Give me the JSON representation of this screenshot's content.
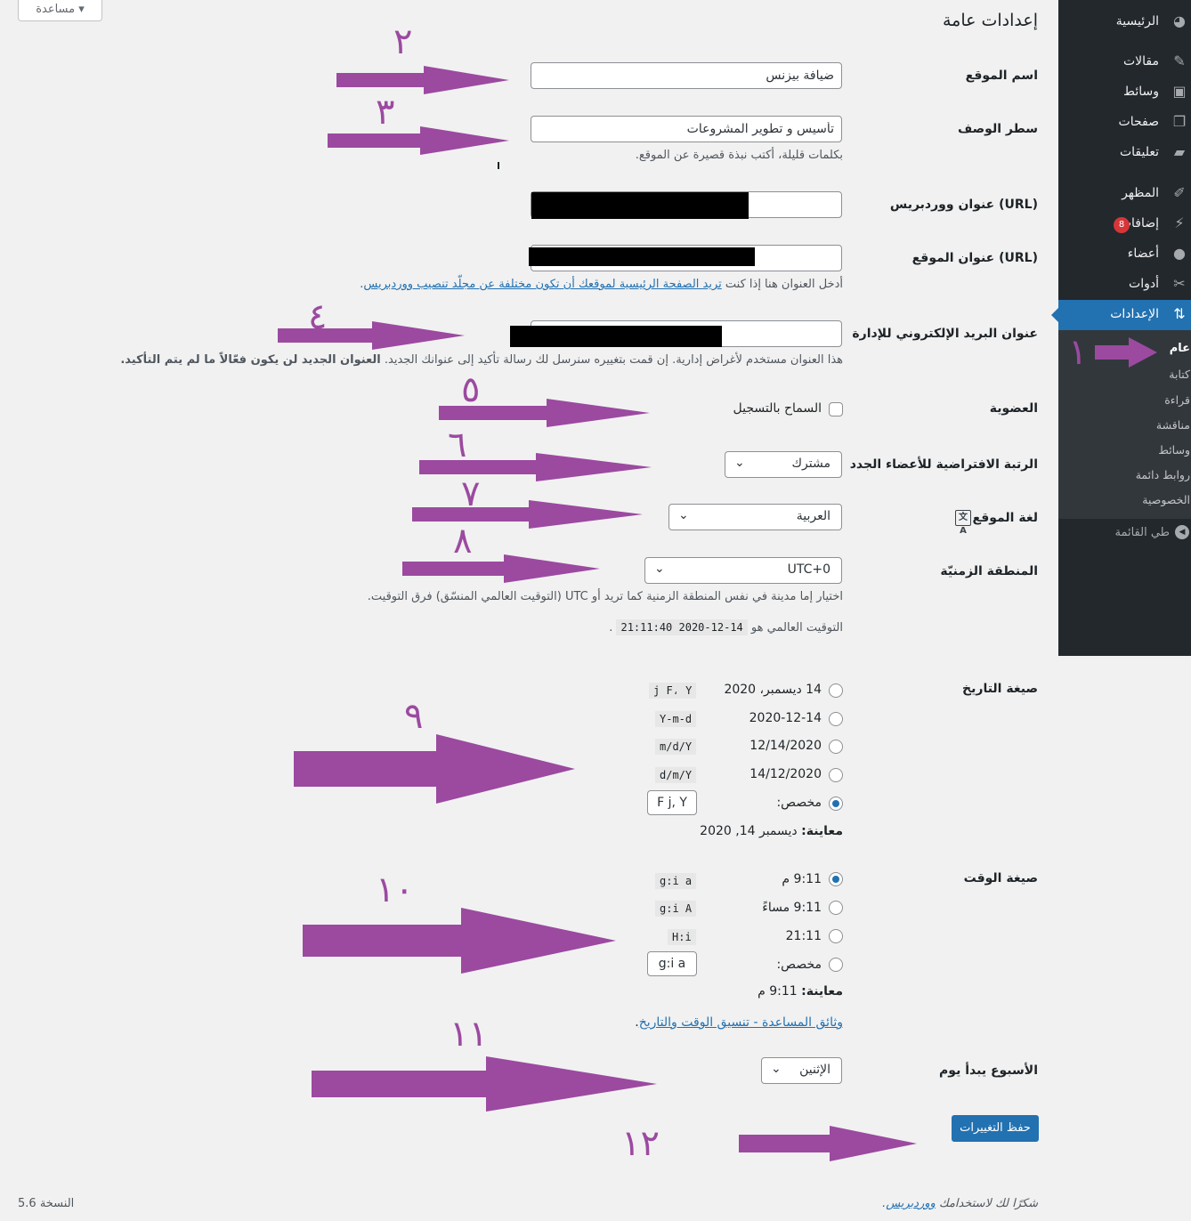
{
  "help_tab": {
    "label": "مساعدة ▾"
  },
  "sidebar": {
    "items": [
      {
        "label": "الرئيسية",
        "icon": "dashboard-icon"
      },
      {
        "label": "مقالات",
        "icon": "pin-icon"
      },
      {
        "label": "وسائط",
        "icon": "media-icon"
      },
      {
        "label": "صفحات",
        "icon": "pages-icon"
      },
      {
        "label": "تعليقات",
        "icon": "comments-icon"
      },
      {
        "label": "المظهر",
        "icon": "appearance-icon"
      },
      {
        "label": "إضافات",
        "icon": "plugins-icon",
        "badge": "8"
      },
      {
        "label": "أعضاء",
        "icon": "users-icon"
      },
      {
        "label": "أدوات",
        "icon": "tools-icon"
      },
      {
        "label": "الإعدادات",
        "icon": "settings-icon",
        "active": true
      }
    ],
    "submenu": [
      "عام",
      "كتابة",
      "قراءة",
      "مناقشة",
      "وسائط",
      "روابط دائمة",
      "الخصوصية"
    ],
    "collapse_label": "طي القائمة"
  },
  "page": {
    "title": "إعدادات عامة",
    "site_title": {
      "label": "اسم الموقع",
      "value": "ضيافة بيزنس"
    },
    "tagline": {
      "label": "سطر الوصف",
      "value": "تأسيس و تطوير المشروعات",
      "description": "بكلمات قليلة، أكتب نبذة قصيرة عن الموقع."
    },
    "wp_url": {
      "label": "عنوان ووردبريس (URL)"
    },
    "site_url": {
      "label": "عنوان الموقع (URL)",
      "desc_before": "أدخل العنوان هنا إذا كنت",
      "desc_link": "تريد الصفحة الرئيسية لموقعك أن تكون مختلفة عن مجلّد تنصيب ووردبريس",
      "desc_after": "."
    },
    "admin_email": {
      "label": "عنوان البريد الإلكتروني للإدارة",
      "desc": "هذا العنوان مستخدم لأغراض إدارية. إن قمت بتغييره سنرسل لك رسالة تأكيد إلى عنوانك الجديد.",
      "desc_bold": "العنوان الجديد لن يكون فعّالاً ما لم يتم التأكيد."
    },
    "membership": {
      "label": "العضوية",
      "checkbox_label": "السماح بالتسجيل"
    },
    "default_role": {
      "label": "الرتبة الافتراضية للأعضاء الجدد",
      "value": "مشترك"
    },
    "site_language": {
      "label": "لغة الموقع",
      "value": "العربية",
      "icon": "translation-icon"
    },
    "timezone": {
      "label": "المنطقة الزمنيّة",
      "value": "UTC+0",
      "desc": "اختيار إما مدينة في نفس المنطقة الزمنية كما تريد أو UTC (التوقيت العالمي المنسّق) فرق التوقيت.",
      "utc_label": "التوقيت العالمي هو",
      "utc_value": "14-12-2020 21:11:40",
      "utc_suffix": "."
    },
    "date_format": {
      "label": "صيغة التاريخ",
      "options": [
        {
          "label": "14 ديسمبر، 2020",
          "code": "j F، Y"
        },
        {
          "label": "2020-12-14",
          "code": "Y-m-d"
        },
        {
          "label": "12/14/2020",
          "code": "m/d/Y"
        },
        {
          "label": "14/12/2020",
          "code": "d/m/Y"
        }
      ],
      "custom_label": "مخصص:",
      "custom_value": "F j, Y",
      "preview_label": "معاينة:",
      "preview_value": "ديسمبر 14, 2020"
    },
    "time_format": {
      "label": "صيغة الوقت",
      "options": [
        {
          "label": "9:11 م",
          "code": "g:i a"
        },
        {
          "label": "9:11 مساءً",
          "code": "g:i A"
        },
        {
          "label": "21:11",
          "code": "H:i"
        }
      ],
      "custom_label": "مخصص:",
      "custom_value": "g:i a",
      "preview_label": "معاينة:",
      "preview_value": "9:11 م",
      "docs_link": "وثائق المساعدة - تنسيق الوقت والتاريخ",
      "docs_suffix": "."
    },
    "week_starts": {
      "label": "الأسبوع يبدأ يوم",
      "value": "الإثنين"
    },
    "save_button": "حفظ التغييرات"
  },
  "footer": {
    "thanks": "شكرًا لك لاستخدامك",
    "link": "ووردبريس",
    "suffix": ".",
    "version": "النسخة 5.6"
  },
  "annotations": {
    "color": "#9b4aa0",
    "numbers": [
      "١",
      "٢",
      "٣",
      "٤",
      "٥",
      "٦",
      "٧",
      "٨",
      "٩",
      "١٠",
      "١١",
      "١٢"
    ]
  }
}
